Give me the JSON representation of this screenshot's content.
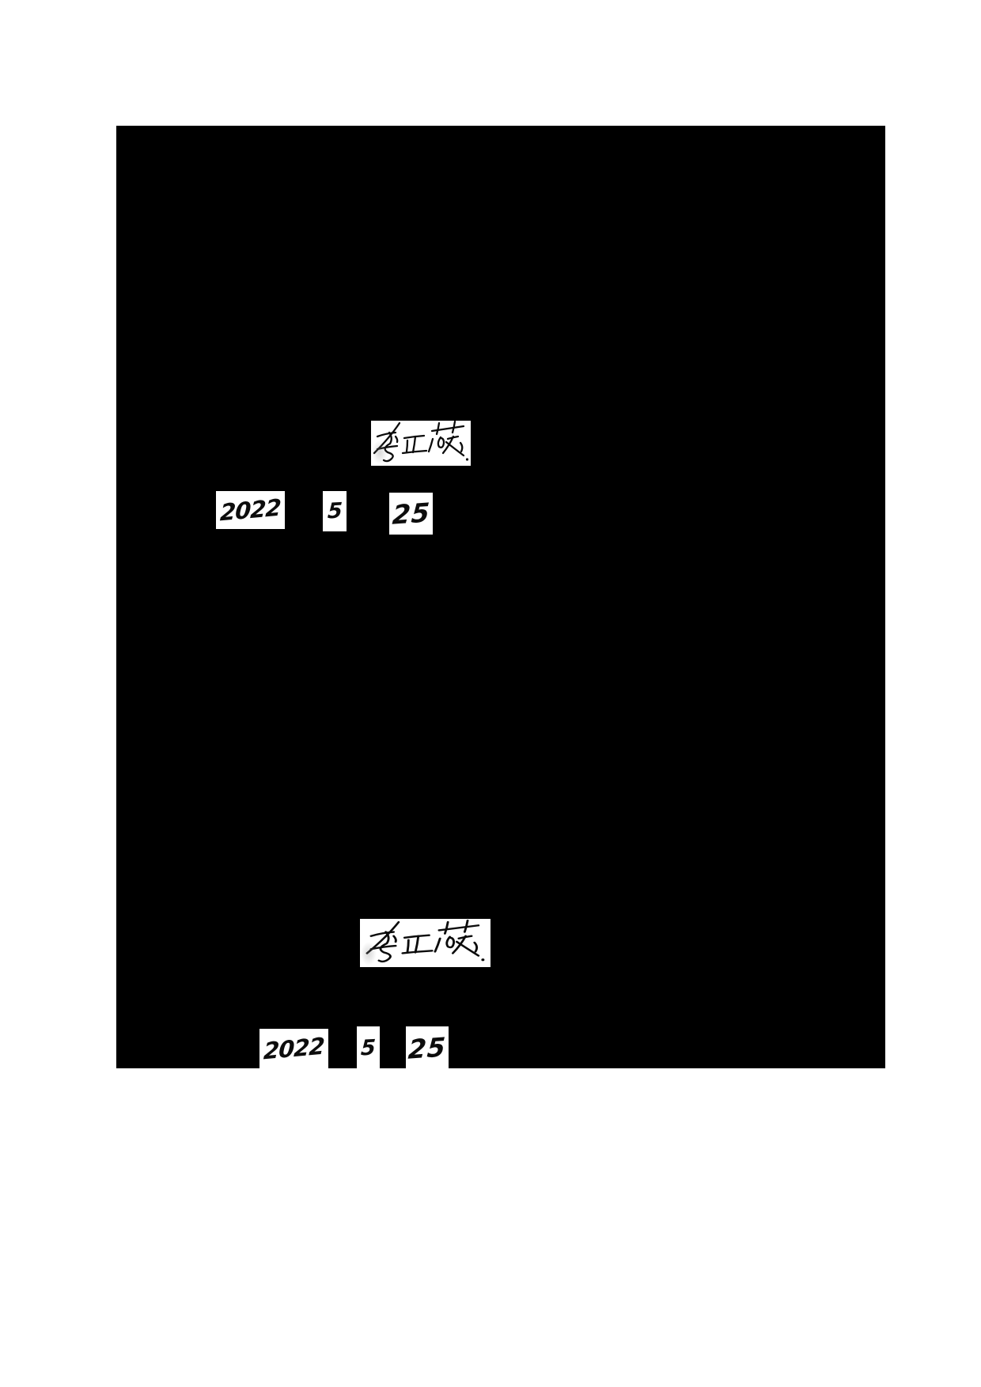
{
  "document": {
    "page_background": "#ffffff",
    "redaction_color": "#000000",
    "ink_color": "#0b0b0b"
  },
  "signature_block_1": {
    "signee_name": "李亚薇",
    "trailing_mark": ".",
    "date": {
      "year": "2022",
      "month": "5",
      "day": "25"
    }
  },
  "signature_block_2": {
    "signee_name": "李亚薇",
    "trailing_mark": ".",
    "date": {
      "year": "2022",
      "month": "5",
      "day": "25"
    }
  }
}
